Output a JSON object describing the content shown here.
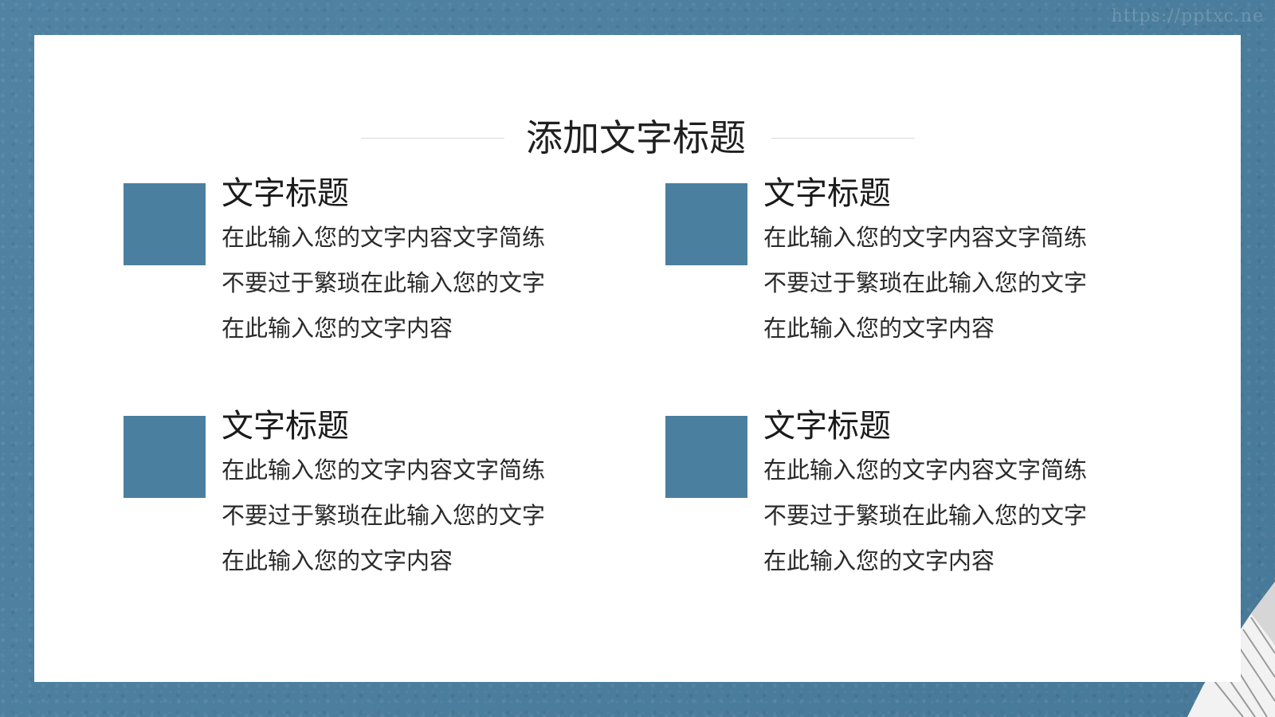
{
  "slide": {
    "title": "添加文字标题",
    "watermark": "https://pptxc.ne",
    "accent_color": "#4b7fa0"
  },
  "items": [
    {
      "heading": "文字标题",
      "lines": [
        "在此输入您的文字内容文字简练",
        "不要过于繁琐在此输入您的文字",
        "在此输入您的文字内容"
      ]
    },
    {
      "heading": "文字标题",
      "lines": [
        "在此输入您的文字内容文字简练",
        "不要过于繁琐在此输入您的文字",
        "在此输入您的文字内容"
      ]
    },
    {
      "heading": "文字标题",
      "lines": [
        "在此输入您的文字内容文字简练",
        "不要过于繁琐在此输入您的文字",
        "在此输入您的文字内容"
      ]
    },
    {
      "heading": "文字标题",
      "lines": [
        "在此输入您的文字内容文字简练",
        "不要过于繁琐在此输入您的文字",
        "在此输入您的文字内容"
      ]
    }
  ]
}
